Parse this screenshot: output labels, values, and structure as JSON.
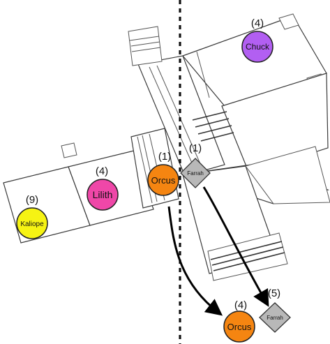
{
  "colors": {
    "chuck": "#b25ff2",
    "lilith": "#ef47a8",
    "kaliope": "#f6f313",
    "orcus": "#f58511",
    "farrah": "#b8b8b8",
    "arrow": "#000000"
  },
  "tokens": {
    "chuck": {
      "name": "Chuck",
      "count": "(4)",
      "shape": "circle"
    },
    "lilith": {
      "name": "Lilith",
      "count": "(4)",
      "shape": "circle"
    },
    "kaliope": {
      "name": "Kaliope",
      "count": "(9)",
      "shape": "circle"
    },
    "orcus_start": {
      "name": "Orcus",
      "count": "(1)",
      "shape": "circle"
    },
    "farrah_start": {
      "name": "Farrah",
      "count": "(1)",
      "shape": "diamond"
    },
    "orcus_end": {
      "name": "Orcus",
      "count": "(4)",
      "shape": "circle"
    },
    "farrah_end": {
      "name": "Farrah",
      "count": "(5)",
      "shape": "diamond"
    }
  },
  "moves": [
    {
      "from": "orcus_start",
      "to": "orcus_end"
    },
    {
      "from": "farrah_start",
      "to": "farrah_end"
    }
  ]
}
